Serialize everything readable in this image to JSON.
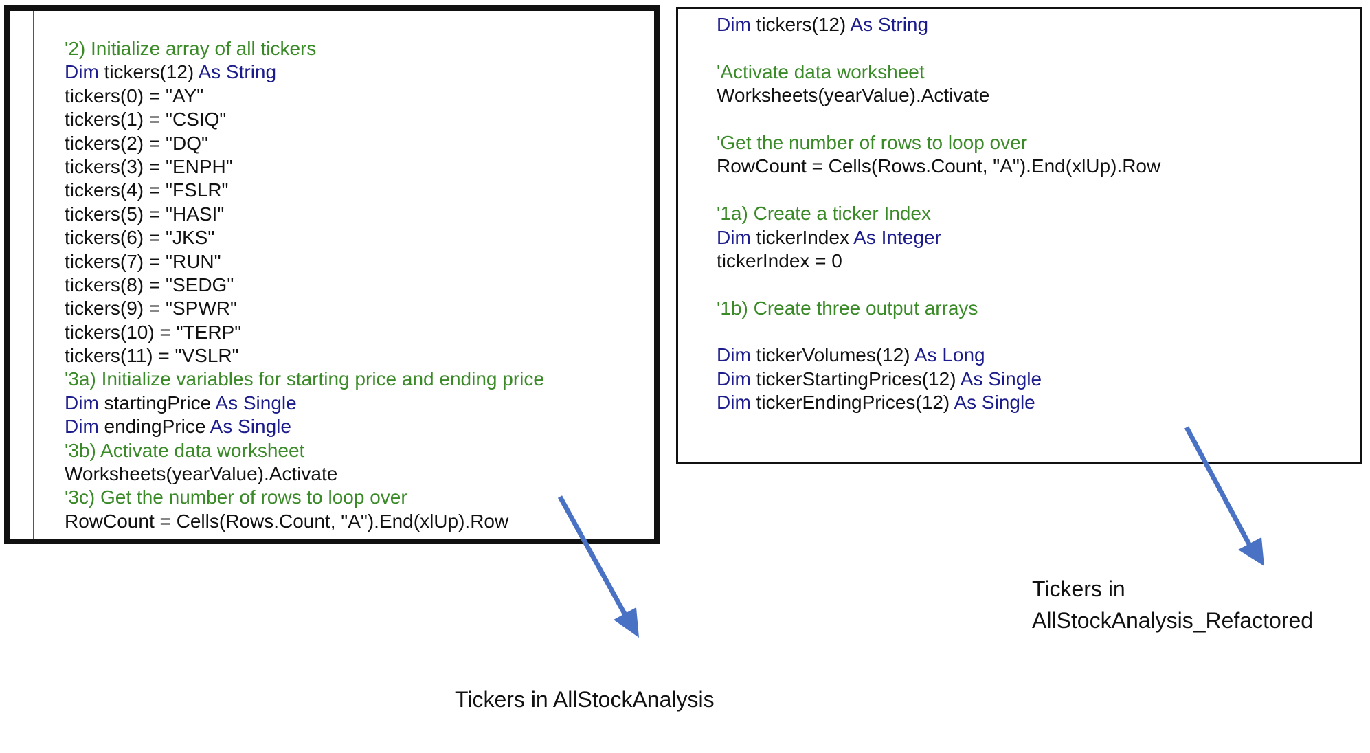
{
  "accent_colors": {
    "comment": "#3a8a28",
    "keyword": "#1c1c8c",
    "text": "#111111",
    "arrow": "#4a72c4"
  },
  "left_panel": {
    "lines": [
      [
        {
          "t": "'2) Initialize array of all tickers",
          "c": "comment"
        }
      ],
      [
        {
          "t": "Dim",
          "c": "keyword"
        },
        {
          "t": " tickers(12) ",
          "c": "plain"
        },
        {
          "t": "As String",
          "c": "keyword"
        }
      ],
      [
        {
          "t": "tickers(0) = \"AY\"",
          "c": "plain"
        }
      ],
      [
        {
          "t": "tickers(1) = \"CSIQ\"",
          "c": "plain"
        }
      ],
      [
        {
          "t": "tickers(2) = \"DQ\"",
          "c": "plain"
        }
      ],
      [
        {
          "t": "tickers(3) = \"ENPH\"",
          "c": "plain"
        }
      ],
      [
        {
          "t": "tickers(4) = \"FSLR\"",
          "c": "plain"
        }
      ],
      [
        {
          "t": "tickers(5) = \"HASI\"",
          "c": "plain"
        }
      ],
      [
        {
          "t": "tickers(6) = \"JKS\"",
          "c": "plain"
        }
      ],
      [
        {
          "t": "tickers(7) = \"RUN\"",
          "c": "plain"
        }
      ],
      [
        {
          "t": "tickers(8) = \"SEDG\"",
          "c": "plain"
        }
      ],
      [
        {
          "t": "tickers(9) = \"SPWR\"",
          "c": "plain"
        }
      ],
      [
        {
          "t": "tickers(10) = \"TERP\"",
          "c": "plain"
        }
      ],
      [
        {
          "t": "tickers(11) = \"VSLR\"",
          "c": "plain"
        }
      ],
      [
        {
          "t": "'3a) Initialize variables for starting price and ending price",
          "c": "comment"
        }
      ],
      [
        {
          "t": "Dim",
          "c": "keyword"
        },
        {
          "t": " startingPrice ",
          "c": "plain"
        },
        {
          "t": "As Single",
          "c": "keyword"
        }
      ],
      [
        {
          "t": "Dim",
          "c": "keyword"
        },
        {
          "t": " endingPrice ",
          "c": "plain"
        },
        {
          "t": "As Single",
          "c": "keyword"
        }
      ],
      [
        {
          "t": "'3b) Activate data worksheet",
          "c": "comment"
        }
      ],
      [
        {
          "t": "Worksheets(yearValue).Activate",
          "c": "plain"
        }
      ],
      [
        {
          "t": "'3c) Get the number of rows to loop over",
          "c": "comment"
        }
      ],
      [
        {
          "t": "RowCount = Cells(Rows.Count, \"A\").End(xlUp).Row",
          "c": "plain"
        }
      ]
    ]
  },
  "right_panel": {
    "lines": [
      [
        {
          "t": "Dim",
          "c": "keyword"
        },
        {
          "t": " tickers(12) ",
          "c": "plain"
        },
        {
          "t": "As String",
          "c": "keyword"
        }
      ],
      [
        {
          "t": "",
          "c": "plain"
        }
      ],
      [
        {
          "t": "'Activate data worksheet",
          "c": "comment"
        }
      ],
      [
        {
          "t": "Worksheets(yearValue).Activate",
          "c": "plain"
        }
      ],
      [
        {
          "t": "",
          "c": "plain"
        }
      ],
      [
        {
          "t": "'Get the number of rows to loop over",
          "c": "comment"
        }
      ],
      [
        {
          "t": "RowCount = Cells(Rows.Count, \"A\").End(xlUp).Row",
          "c": "plain"
        }
      ],
      [
        {
          "t": "",
          "c": "plain"
        }
      ],
      [
        {
          "t": "'1a) Create a ticker Index",
          "c": "comment"
        }
      ],
      [
        {
          "t": "Dim",
          "c": "keyword"
        },
        {
          "t": " tickerIndex ",
          "c": "plain"
        },
        {
          "t": "As Integer",
          "c": "keyword"
        }
      ],
      [
        {
          "t": "tickerIndex = 0",
          "c": "plain"
        }
      ],
      [
        {
          "t": "",
          "c": "plain"
        }
      ],
      [
        {
          "t": "'1b) Create three output arrays",
          "c": "comment"
        }
      ],
      [
        {
          "t": "",
          "c": "plain"
        }
      ],
      [
        {
          "t": "Dim",
          "c": "keyword"
        },
        {
          "t": " tickerVolumes(12) ",
          "c": "plain"
        },
        {
          "t": "As Long",
          "c": "keyword"
        }
      ],
      [
        {
          "t": "Dim",
          "c": "keyword"
        },
        {
          "t": " tickerStartingPrices(12) ",
          "c": "plain"
        },
        {
          "t": "As Single",
          "c": "keyword"
        }
      ],
      [
        {
          "t": "Dim",
          "c": "keyword"
        },
        {
          "t": " tickerEndingPrices(12) ",
          "c": "plain"
        },
        {
          "t": "As Single",
          "c": "keyword"
        }
      ]
    ]
  },
  "captions": {
    "left": "Tickers in AllStockAnalysis",
    "right_line1": "Tickers in",
    "right_line2": "AllStockAnalysis_Refactored"
  }
}
